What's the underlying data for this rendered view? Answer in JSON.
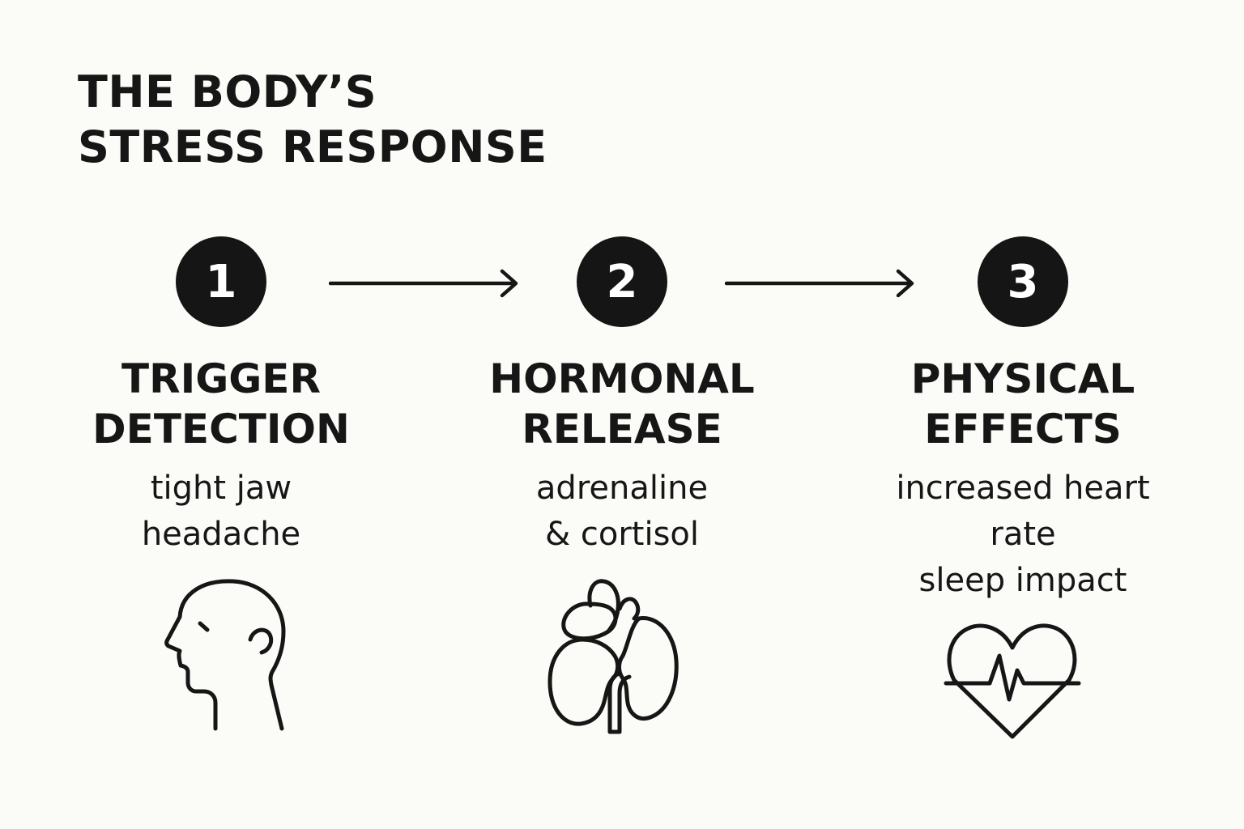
{
  "title": {
    "line1": "THE BODY’S",
    "line2": "STRESS RESPONSE"
  },
  "steps": [
    {
      "number": "1",
      "heading": [
        "TRIGGER",
        "DETECTION"
      ],
      "description": [
        "tight jaw",
        "headache"
      ],
      "icon": "head-profile-icon"
    },
    {
      "number": "2",
      "heading": [
        "HORMONAL",
        "RELEASE"
      ],
      "description": [
        "adrenaline",
        "& cortisol"
      ],
      "icon": "kidney-adrenal-icon"
    },
    {
      "number": "3",
      "heading": [
        "PHYSICAL",
        "EFFECTS"
      ],
      "description": [
        "increased heart",
        "rate",
        "sleep impact"
      ],
      "icon": "heart-pulse-icon"
    }
  ],
  "colors": {
    "background": "#fbfbf8",
    "ink": "#161616",
    "badge": "#151515",
    "badge_text": "#ffffff"
  }
}
